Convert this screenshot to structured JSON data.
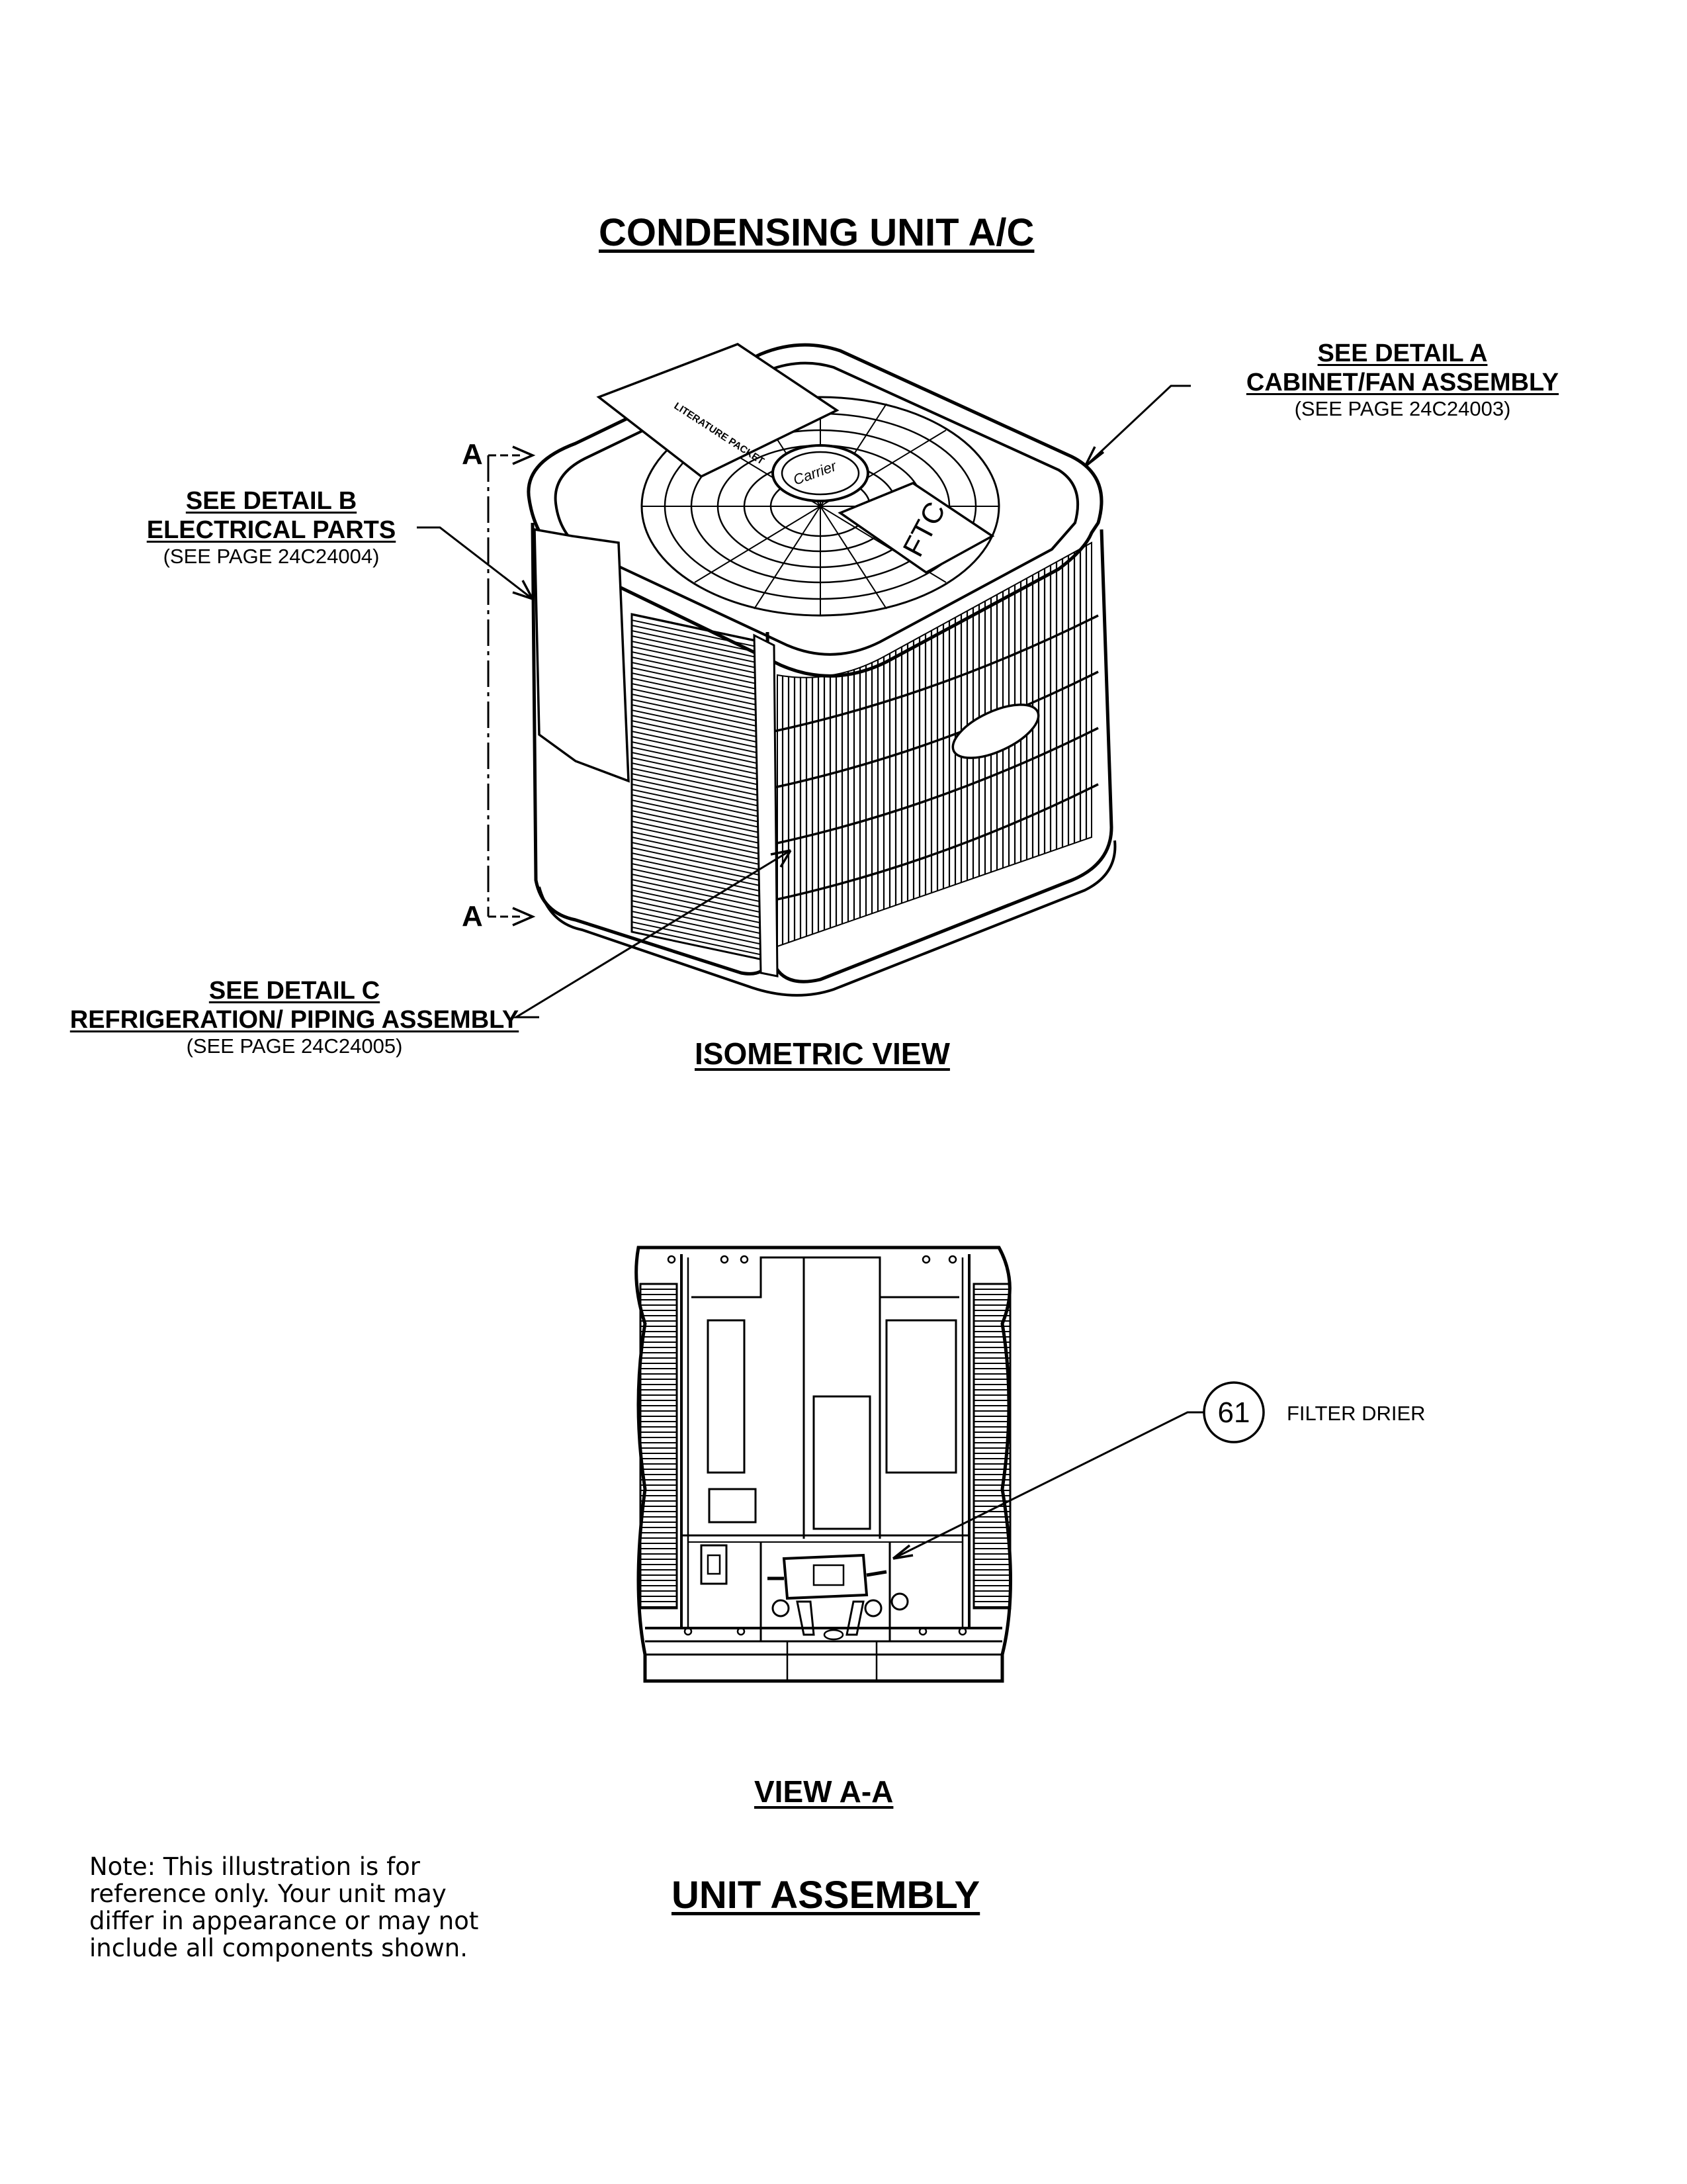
{
  "page_title": "CONDENSING UNIT A/C",
  "callouts": {
    "detail_a": {
      "heading": "SEE DETAIL A",
      "name": "CABINET/FAN ASSEMBLY",
      "ref": "(SEE PAGE 24C24003)"
    },
    "detail_b": {
      "heading": "SEE DETAIL B",
      "name": "ELECTRICAL PARTS",
      "ref": "(SEE PAGE 24C24004)"
    },
    "detail_c": {
      "heading": "SEE DETAIL C",
      "name": "REFRIGERATION/ PIPING ASSEMBLY",
      "ref": "(SEE PAGE 24C24005)"
    }
  },
  "section_marker": {
    "top": "A",
    "bottom": "A"
  },
  "unit_labels": {
    "top_sheet": "LITERATURE PACKET",
    "brand_badge": "Carrier",
    "tag": "FTC"
  },
  "isometric_view_label": "ISOMETRIC VIEW",
  "part_callout": {
    "number": "61",
    "name": "FILTER DRIER"
  },
  "view_aa_label": "VIEW A-A",
  "assembly_label": "UNIT ASSEMBLY",
  "note": "Note: This illustration is for\nreference only. Your unit may\ndiffer in appearance or may not\ninclude all components shown."
}
